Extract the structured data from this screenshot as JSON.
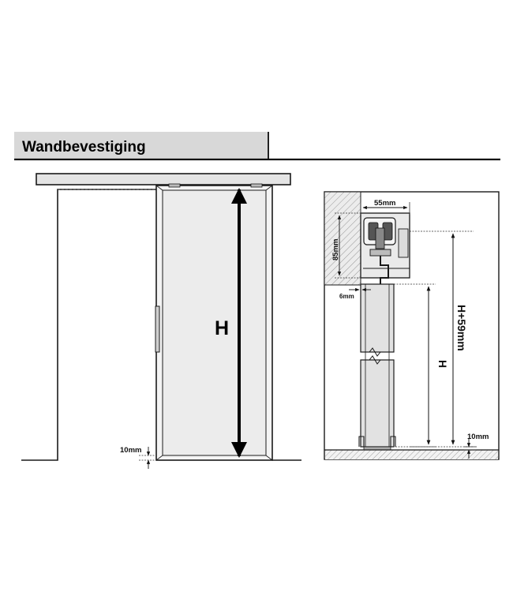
{
  "header": {
    "title": "Wandbevestiging"
  },
  "front_view": {
    "height_label": "H",
    "floor_gap_label": "10mm"
  },
  "section_view": {
    "width_label": "55mm",
    "rail_height_label": "85mm",
    "wall_gap_label": "6mm",
    "door_height_label": "H",
    "total_height_label": "H+59mm",
    "floor_gap_label": "10mm"
  },
  "colors": {
    "line": "#1a1a1a",
    "door_fill": "#ececec",
    "header_fill": "#d9d9d9",
    "rail_fill": "#e6e6e6",
    "wall_fill": "#e8e8e8"
  }
}
